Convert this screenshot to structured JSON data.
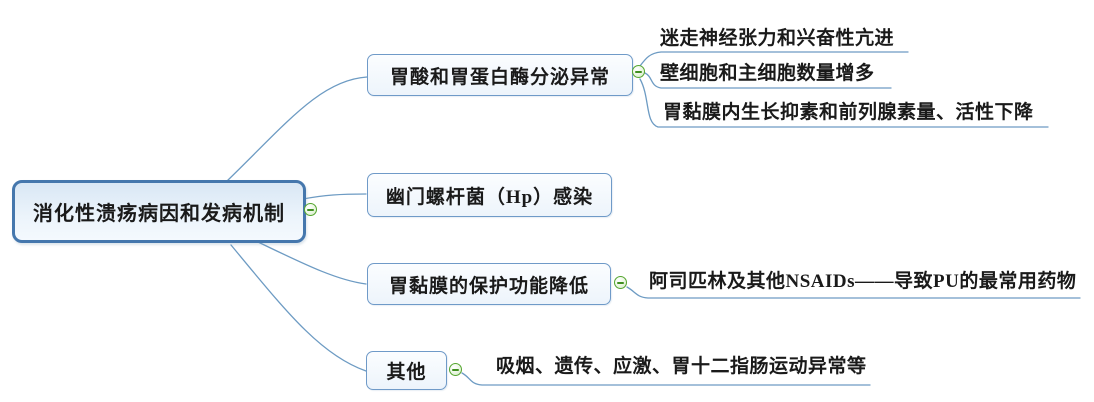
{
  "root": {
    "label": "消化性溃疡病因和发病机制"
  },
  "branches": [
    {
      "label": "胃酸和胃蛋白酶分泌异常",
      "children": [
        "迷走神经张力和兴奋性亢进",
        "壁细胞和主细胞数量增多",
        "胃黏膜内生长抑素和前列腺素量、活性下降"
      ]
    },
    {
      "label": "幽门螺杆菌（Hp）感染",
      "children": []
    },
    {
      "label": "胃黏膜的保护功能降低",
      "children": [
        "阿司匹林及其他NSAIDs——导致PU的最常用药物"
      ]
    },
    {
      "label": "其他",
      "children": [
        "吸烟、遗传、应激、胃十二指肠运动异常等"
      ]
    }
  ],
  "colors": {
    "root_border": "#4577ad",
    "root_fill": "#e3edf8",
    "branch_border": "#6f9ac8",
    "branch_fill": "#eef4fb",
    "connector_line": "#6d9bc3",
    "collapse_icon_green": "#55a630",
    "text": "#1a1a1a"
  }
}
